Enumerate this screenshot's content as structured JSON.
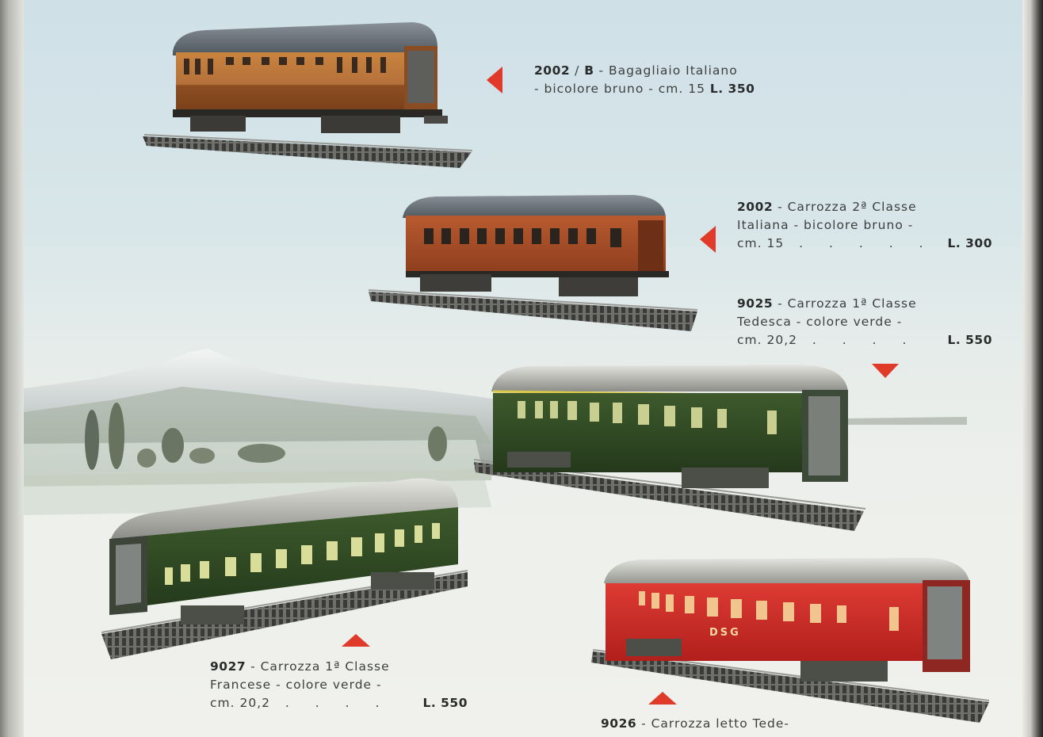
{
  "colors": {
    "marker": "#e03a2a",
    "brown_car": "#b4703a",
    "rust_car": "#a9502a",
    "green_car": "#2e4a22",
    "red_car": "#cc2a26",
    "roof_silver": "#b8b8b4"
  },
  "items": [
    {
      "code": "2002",
      "suffix": "B",
      "sep": "-",
      "line1_text": "Bagagliaio Italiano",
      "line2": "- bicolore bruno - cm. 15",
      "price": "L. 350"
    },
    {
      "code": "2002",
      "sep": "-",
      "line1_text": "Carrozza 2ª Classe",
      "line2": "Italiana - bicolore bruno -",
      "line3": "cm. 15",
      "price": "L. 300"
    },
    {
      "code": "9025",
      "sep": "-",
      "line1_text": "Carrozza 1ª Classe",
      "line2": "Tedesca - colore verde -",
      "line3": "cm. 20,2",
      "price": "L. 550"
    },
    {
      "code": "9027",
      "sep": "-",
      "line1_text": "Carrozza 1ª Classe",
      "line2": "Francese - colore verde -",
      "line3": "cm. 20,2",
      "price": "L. 550"
    },
    {
      "code": "9026",
      "sep": "-",
      "line1_text": "Carrozza letto Tede-"
    }
  ],
  "car_labels": {
    "dsg": "DSG"
  }
}
